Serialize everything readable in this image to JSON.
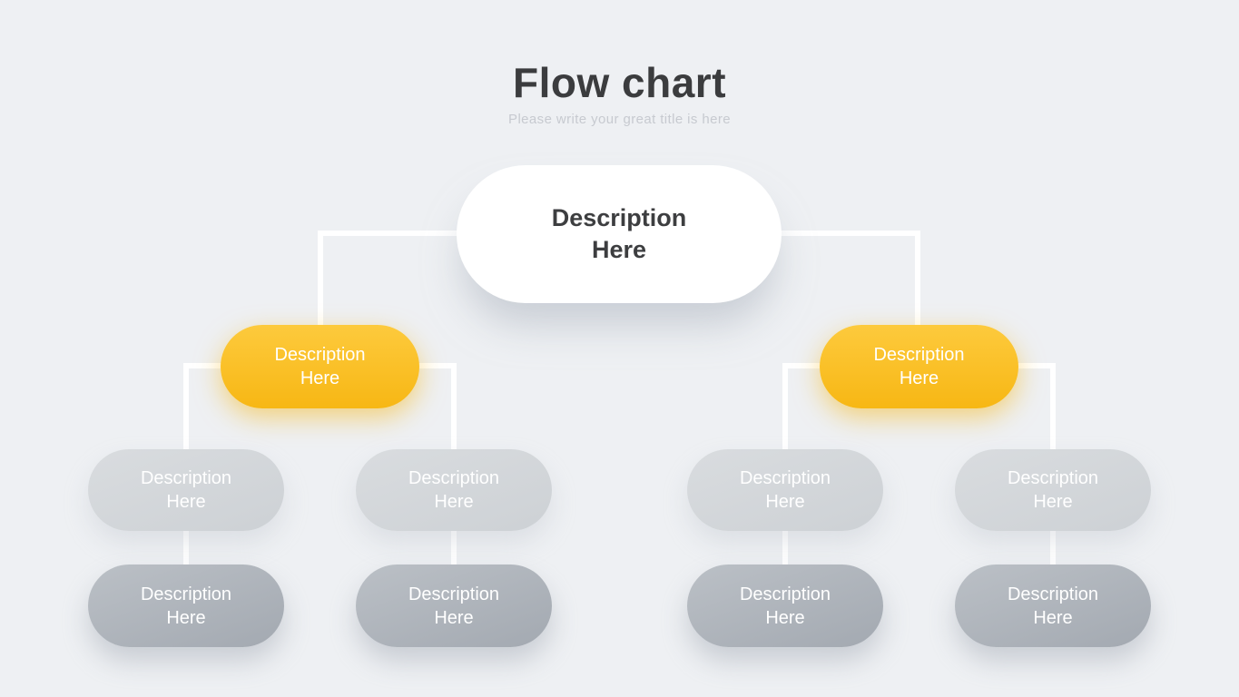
{
  "header": {
    "title": "Flow chart",
    "subtitle": "Please write your great title is here"
  },
  "colors": {
    "background": "#eef0f3",
    "connector_line": "#ffffff",
    "title_text": "#3b3c3e",
    "subtitle_text": "#c7cad0",
    "root_node_bg": "#ffffff",
    "root_node_text": "#3d3e40",
    "branch_node_gradient_top": "#fdca3d",
    "branch_node_gradient_bottom": "#f7b714",
    "mid_node_gradient_top": "#d9dcdf",
    "mid_node_gradient_bottom": "#cdd1d5",
    "bottom_node_gradient_top": "#bbc0c6",
    "bottom_node_gradient_bottom": "#a3a9b1",
    "light_node_text": "#ffffff"
  },
  "flowchart": {
    "root": {
      "label": "Description Here"
    },
    "branches": [
      {
        "label": "Description Here"
      },
      {
        "label": "Description Here"
      }
    ],
    "mid_row": [
      {
        "label": "Description Here"
      },
      {
        "label": "Description Here"
      },
      {
        "label": "Description Here"
      },
      {
        "label": "Description Here"
      }
    ],
    "bottom_row": [
      {
        "label": "Description Here"
      },
      {
        "label": "Description Here"
      },
      {
        "label": "Description Here"
      },
      {
        "label": "Description Here"
      }
    ]
  }
}
